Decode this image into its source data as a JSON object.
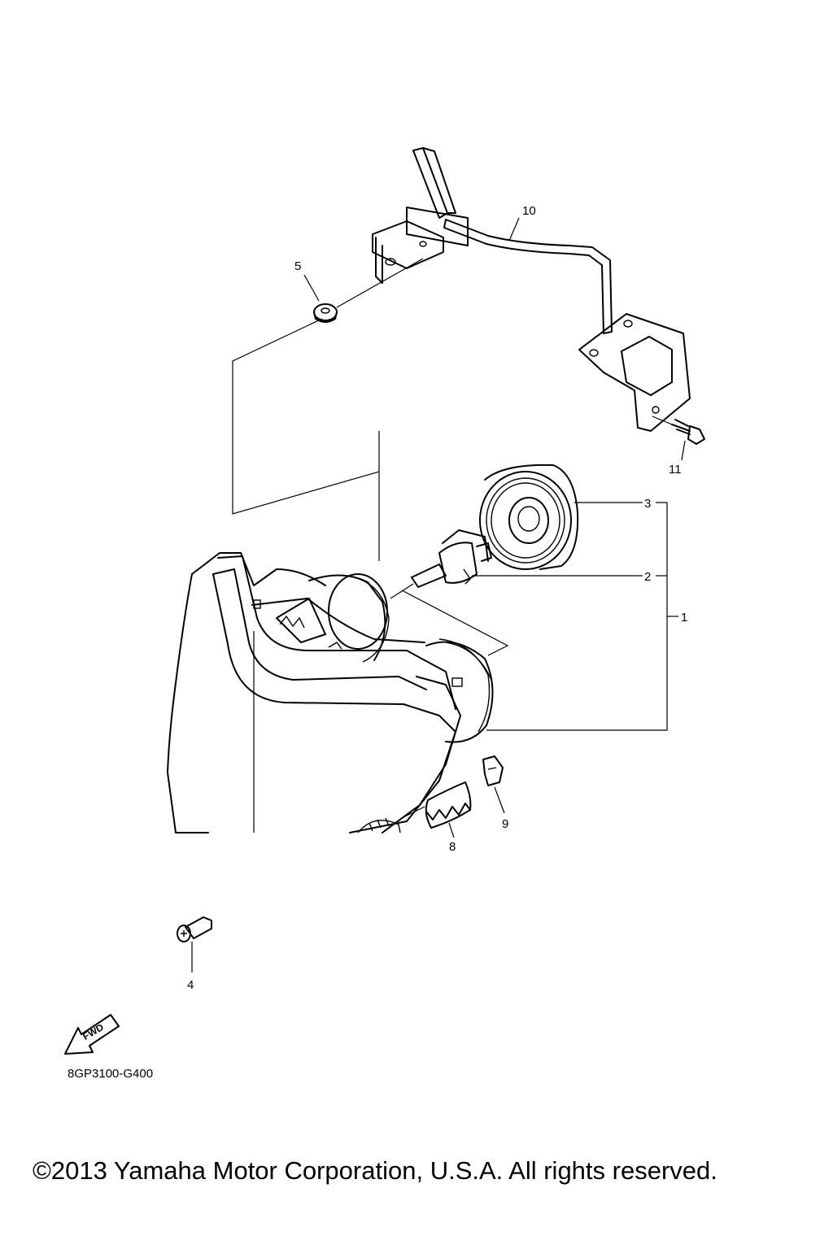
{
  "diagram": {
    "callouts": {
      "c1": "1",
      "c2": "2",
      "c3": "3",
      "c4": "4",
      "c5": "5",
      "c8": "8",
      "c9": "9",
      "c10": "10",
      "c11": "11"
    },
    "fwd_badge": "FWD",
    "drawing_code": "8GP3100-G400"
  },
  "footer": {
    "copyright": "©2013 Yamaha Motor Corporation, U.S.A. All rights reserved."
  }
}
